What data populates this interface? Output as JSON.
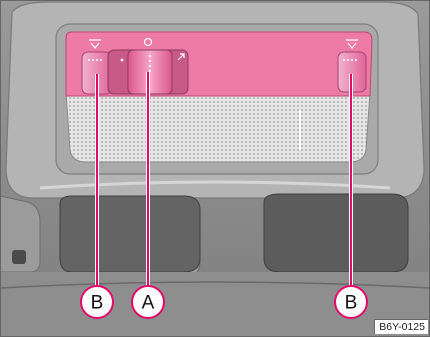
{
  "figure": {
    "code": "B6Y-0125",
    "background_color": "#8f8f8f",
    "headliner_color": "#b3b3b3",
    "panel_color": "#ee7aa6",
    "lens_color": "#dcdcdc",
    "callout_color": "#e30b6a"
  },
  "callouts": [
    {
      "letter": "B",
      "target": "left-reading-light-switch"
    },
    {
      "letter": "A",
      "target": "interior-light-rocker-switch"
    },
    {
      "letter": "B",
      "target": "right-reading-light-switch"
    }
  ]
}
